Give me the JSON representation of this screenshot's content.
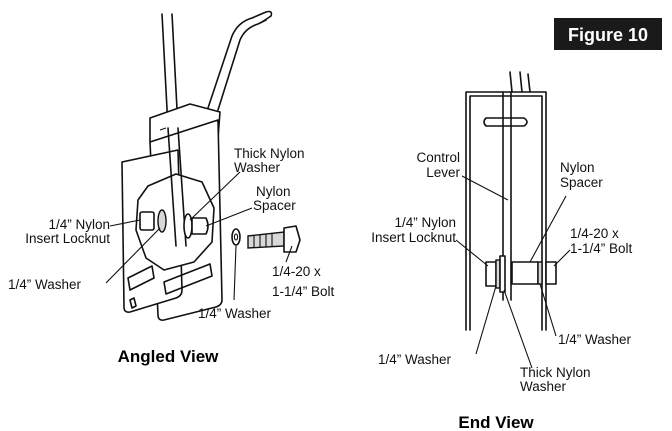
{
  "figure_label": "Figure 10",
  "angled_view": {
    "title": "Angled View",
    "labels": {
      "thick_nylon_washer_1": "Thick Nylon",
      "thick_nylon_washer_2": "Washer",
      "nylon_spacer_1": "Nylon",
      "nylon_spacer_2": "Spacer",
      "locknut_1": "1/4” Nylon",
      "locknut_2": "Insert Locknut",
      "washer_left": "1/4” Washer",
      "bolt_1": "1/4-20 x",
      "bolt_2": "1-1/4” Bolt",
      "washer_bottom": "1/4” Washer"
    }
  },
  "end_view": {
    "title": "End View",
    "labels": {
      "control_lever_1": "Control",
      "control_lever_2": "Lever",
      "nylon_spacer_1": "Nylon",
      "nylon_spacer_2": "Spacer",
      "locknut_1": "1/4” Nylon",
      "locknut_2": "Insert Locknut",
      "bolt_1": "1/4-20 x",
      "bolt_2": "1-1/4” Bolt",
      "washer_right": "1/4” Washer",
      "washer_left": "1/4” Washer",
      "thick_washer_1": "Thick Nylon",
      "thick_washer_2": "Washer"
    }
  }
}
